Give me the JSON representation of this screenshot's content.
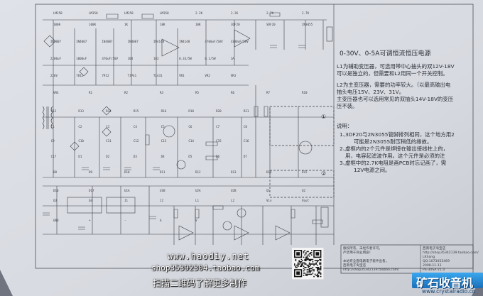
{
  "diagram": {
    "title": "0-30V、0-5A可调恒流恒压电源",
    "notes_l1": [
      "L1为辅助变压器，可选用带中心抽头的双12V-18V",
      "可以是独立的，但需要和L2用同一个开关控制。"
    ],
    "notes_l2": [
      "L2为主变压器，需要的功率较大。（以最高输出电",
      "抽头电压15V、23V、31V。",
      "主变压器也可以选用常见的双抽头14V-18V的变压",
      "压不装。"
    ],
    "explain_title": "说明：",
    "explain_items": [
      "3DF20与2N3055管脚排列相同，这个地方用2",
      "可能是2N3055耐压稍低的缘故。",
      "虚框内的2个元件是焊接在输出接线柱上的，",
      "用，电容起滤波作用。这个元件是必须的注",
      "虚框中的2.7K电阻是画PCB时忘记画了，需",
      "12V电源之间。"
    ],
    "circle_marks": [
      "①",
      "②"
    ],
    "item_numbers": [
      "1、",
      "2、",
      "3、"
    ],
    "component_labels": [
      "LM358",
      "LM358",
      "LM358",
      "LM358",
      "2.2K",
      "2.2K",
      "2.7K",
      "2.7K",
      "100K",
      "100K",
      "1K",
      "10K",
      "10K",
      "3DF20",
      "SDF20",
      "2N3055",
      "IN4007",
      "IN4007",
      "IN4007",
      "IN4007",
      "IN4148",
      "IN4148",
      "4700uF/50V",
      "3300uF/50V",
      "2200uF",
      "1000uF",
      "470uF/50V",
      "104",
      "103",
      "0.33/5W",
      "0.1/5W",
      "1A",
      "220V",
      "7812",
      "7912",
      "TIP41",
      "TL431",
      "VR1",
      "VR2",
      "VR3",
      "VR4",
      "R1",
      "R2",
      "R3",
      "R5",
      "R6",
      "R7",
      "R10",
      "R12",
      "R13",
      "R14",
      "R15",
      "R16",
      "R18",
      "R20",
      "R21",
      "C1",
      "C2",
      "C3",
      "C4",
      "C5",
      "C6",
      "C7",
      "C8",
      "C9",
      "C10",
      "C11",
      "C12",
      "C13",
      "C14",
      "C15",
      "C16",
      "C17",
      "D1",
      "D2",
      "D3",
      "D4",
      "D5",
      "D6",
      "D7",
      "D8",
      "D9",
      "D10",
      "D11",
      "D12",
      "D13",
      "D14",
      "D15",
      "D16",
      "D17",
      "U1A",
      "U1B",
      "U2A",
      "U2B",
      "Q1",
      "Q2",
      "Q3",
      "Q4",
      "J1",
      "J2",
      "L1",
      "L2",
      "Vin",
      "Vout",
      "GND",
      "+",
      "-",
      "A",
      "V"
    ],
    "title_block": {
      "left_lines": [
        "版权所有，未经作者许可，",
        "严禁用于商业用途！",
        "",
        "本站有全面电路电子套件出售。",
        "西南电子淘宝店"
      ],
      "left_url": "http://shop35342139.taobao.com/",
      "right_lines": [
        "西南电子淘宝店",
        "http://shop35342139.taobao.com/",
        "LKhang",
        "QQ:1073055469",
        "2008-11-11",
        "PS-30SA V1.0"
      ]
    }
  },
  "watermarks": {
    "site": "www.haodiy.net",
    "shop": "shop35392304.taobao.com",
    "scan": "扫描二维码了解更多制作",
    "logo": "矿石收音机",
    "logo_url": "www.crystalradio.cn"
  },
  "colors": {
    "background": "#6f7480",
    "paper": "#dadde3",
    "ink": "#3a3d45",
    "logo_blue": "#2b8fd6",
    "logo_dark": "#0f3f70"
  }
}
